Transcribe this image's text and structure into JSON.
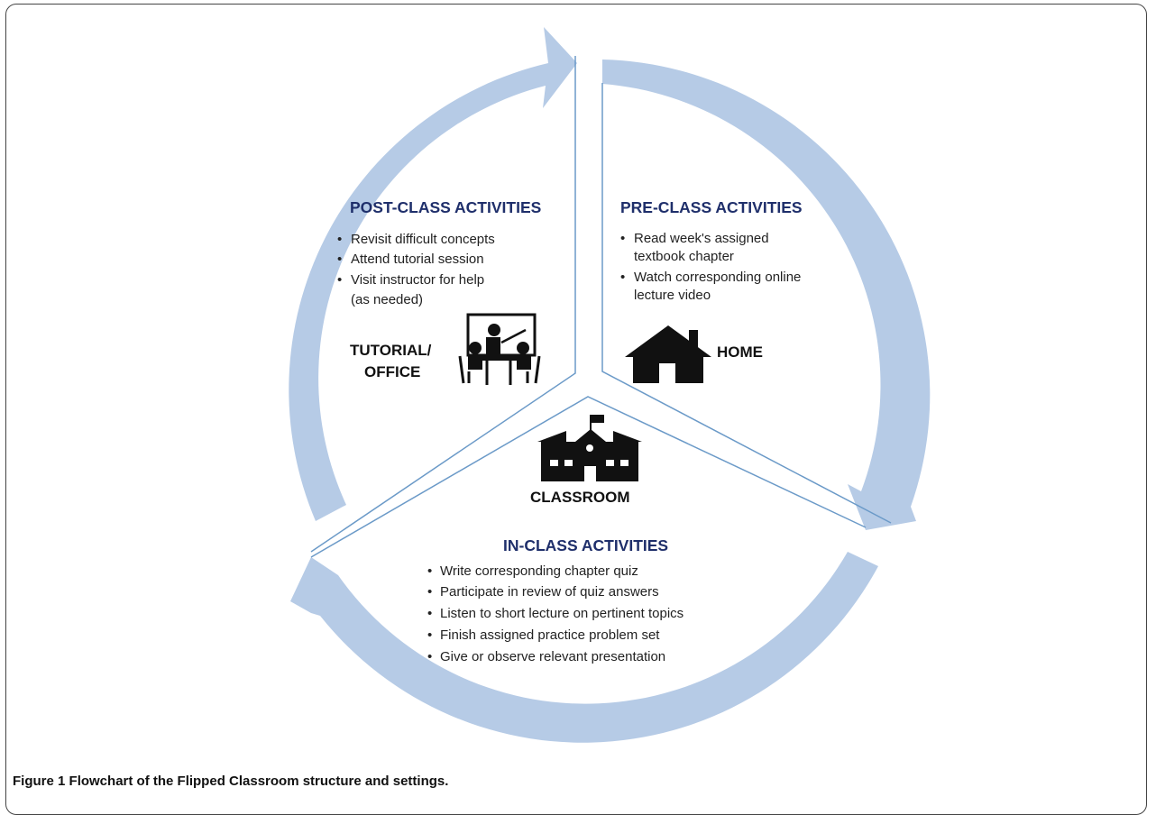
{
  "colors": {
    "arrow": "#b6cbe6",
    "divider": "#6b9ac8",
    "heading": "#1f2f6b"
  },
  "post_class": {
    "heading": "POST-CLASS ACTIVITIES",
    "items": [
      "Revisit difficult concepts",
      "Attend tutorial session",
      "Visit instructor for help",
      "(as needed)"
    ],
    "place_line1": "TUTORIAL/",
    "place_line2": "OFFICE",
    "icon": "classroom-teacher-icon"
  },
  "pre_class": {
    "heading": "PRE-CLASS ACTIVITIES",
    "items": [
      "Read week's assigned",
      "textbook chapter",
      "Watch corresponding online",
      "lecture video"
    ],
    "place": "HOME",
    "icon": "house-icon"
  },
  "in_class": {
    "heading": "IN-CLASS ACTIVITIES",
    "place": "CLASSROOM",
    "icon": "school-building-icon",
    "items": [
      "Write corresponding chapter quiz",
      "Participate in review of quiz answers",
      "Listen to short lecture on pertinent topics",
      "Finish assigned practice problem set",
      "Give or observe relevant presentation"
    ]
  },
  "caption": {
    "label": "Figure 1",
    "text": " Flowchart of the Flipped Classroom structure and settings."
  }
}
